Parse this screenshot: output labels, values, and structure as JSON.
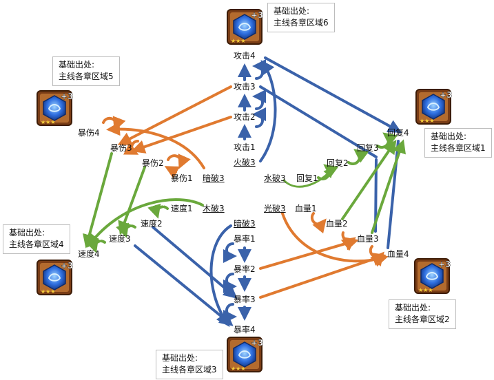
{
  "sources": [
    {
      "title": "基础出处:",
      "desc": "主线各章区域6"
    },
    {
      "title": "基础出处:",
      "desc": "主线各章区域5"
    },
    {
      "title": "基础出处:",
      "desc": "主线各章区域1"
    },
    {
      "title": "基础出处:",
      "desc": "主线各章区域4"
    },
    {
      "title": "基础出处:",
      "desc": "主线各章区域2"
    },
    {
      "title": "基础出处:",
      "desc": "主线各章区域3"
    }
  ],
  "gem_level": "+3",
  "nodes": {
    "atk4": "攻击4",
    "atk3": "攻击3",
    "atk2": "攻击2",
    "atk1": "攻击1",
    "fire3": "火破3",
    "crit4": "暴伤4",
    "crit3": "暴伤3",
    "crit2": "暴伤2",
    "crit1": "暴伤1",
    "dark3_top": "暗破3",
    "rec4": "回复4",
    "rec3": "回复3",
    "rec2": "回复2",
    "rec1": "回复1",
    "water3": "水破3",
    "spd4": "速度4",
    "spd3": "速度3",
    "spd2": "速度2",
    "spd1": "速度1",
    "wood3": "木破3",
    "hp4": "血量4",
    "hp3": "血量3",
    "hp2": "血量2",
    "hp1": "血量1",
    "light3": "光破3",
    "dark3": "暗破3",
    "cr1": "暴率1",
    "cr2": "暴率2",
    "cr3": "暴率3",
    "cr4": "暴率4"
  },
  "colors": {
    "blue": "#3a62aa",
    "orange": "#e07a30",
    "green": "#6aa83c",
    "gem_blue": "#2f6fe0",
    "gem_frame": "#7a3d16"
  }
}
